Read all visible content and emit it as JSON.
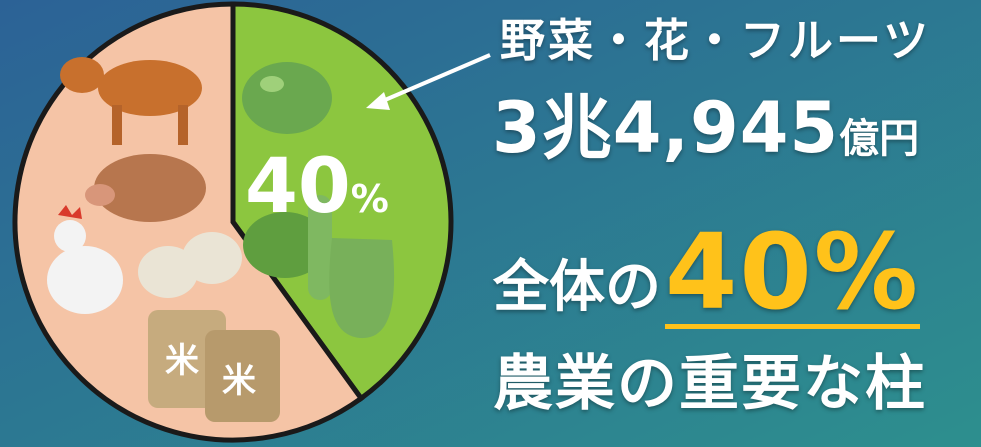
{
  "colors": {
    "background_top": "#2c6296",
    "background_bottom": "#2d8f8e",
    "animal_slice": "#f5c4a6",
    "produce_slice": "#8cc63f",
    "slice_border": "#1a1a1a",
    "highlight": "#ffc21a",
    "text": "#ffffff"
  },
  "icons": [
    "cow-icon",
    "pig-icon",
    "chicken-icon",
    "eggs-icon",
    "rice-bags-icon",
    "tomato-icon",
    "cucumber-icon",
    "melon-icon",
    "pepper-icon",
    "arrow-icon"
  ],
  "rice_bag_text": [
    "米",
    "米"
  ],
  "annotation": {
    "category": "野菜・花・フルーツ",
    "amount": "3兆4,945",
    "amount_unit": "億円",
    "share_prefix": "全体の",
    "share_value": "40%",
    "tagline": "農業の重要な柱"
  },
  "chart_data": {
    "type": "pie",
    "values": [
      40,
      60
    ],
    "slice_labels": [
      "40%",
      ""
    ],
    "value_label": {
      "number": "40",
      "unit": "%"
    }
  }
}
